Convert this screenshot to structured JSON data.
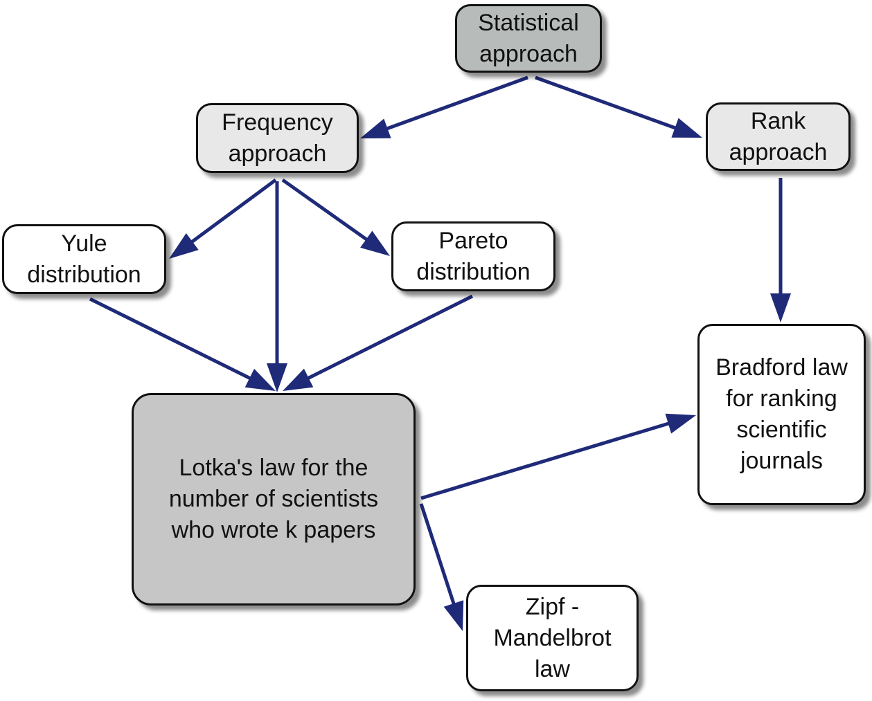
{
  "colors": {
    "edge": "#1f2a78",
    "border": "#111111",
    "root_fill": "#b7bcba",
    "level_fill": "#e8e8e8",
    "leaf_fill": "#ffffff",
    "central_fill": "#c6c6c6"
  },
  "nodes": {
    "statistical": "Statistical\napproach",
    "frequency": "Frequency\napproach",
    "rank": "Rank\napproach",
    "yule": "Yule\ndistribution",
    "pareto": "Pareto\ndistribution",
    "bradford": "Bradford law\nfor ranking\nscientific\njournals",
    "lotka": "Lotka's law for the\nnumber of scientists\nwho wrote k papers",
    "zipf": "Zipf -\nMandelbrot\nlaw"
  },
  "edges": [
    {
      "from": "statistical",
      "to": "frequency"
    },
    {
      "from": "statistical",
      "to": "rank"
    },
    {
      "from": "frequency",
      "to": "yule"
    },
    {
      "from": "frequency",
      "to": "lotka"
    },
    {
      "from": "frequency",
      "to": "pareto"
    },
    {
      "from": "rank",
      "to": "bradford"
    },
    {
      "from": "yule",
      "to": "lotka"
    },
    {
      "from": "pareto",
      "to": "lotka"
    },
    {
      "from": "lotka",
      "to": "bradford"
    },
    {
      "from": "lotka",
      "to": "zipf"
    }
  ]
}
